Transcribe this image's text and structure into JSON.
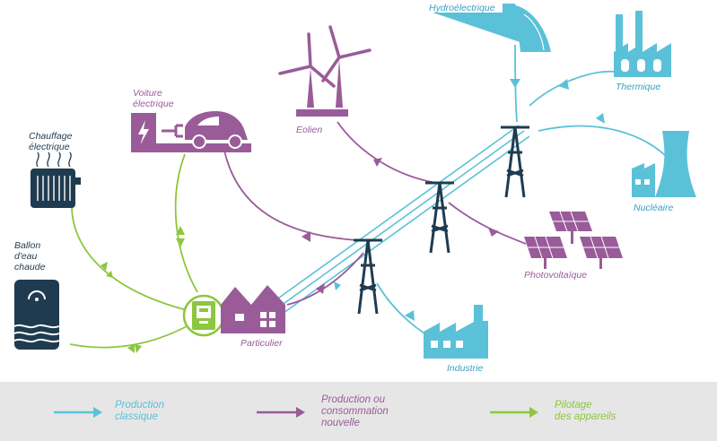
{
  "labels": {
    "hydro": "Hydroélectrique",
    "thermique": "Thermique",
    "eolien": "Eolien",
    "nucleaire": "Nucléaire",
    "photovoltaique": "Photovoltaïque",
    "industrie": "Industrie",
    "particulier": "Particulier",
    "voiture": "Voiture\nélectrique",
    "chauffage": "Chauffage\nélectrique",
    "ballon": "Ballon\nd'eau\nchaude"
  },
  "legend": {
    "production_classique": "Production\nclassique",
    "production_nouvelle": "Production ou\nconsommation\nnouvelle",
    "pilotage": "Pilotage\ndes appareils"
  },
  "colors": {
    "blue": "#5bc1d8",
    "purple": "#9a5b99",
    "green": "#8dc63f",
    "dark": "#1f3b50",
    "legend_bg": "#e6e6e6"
  }
}
